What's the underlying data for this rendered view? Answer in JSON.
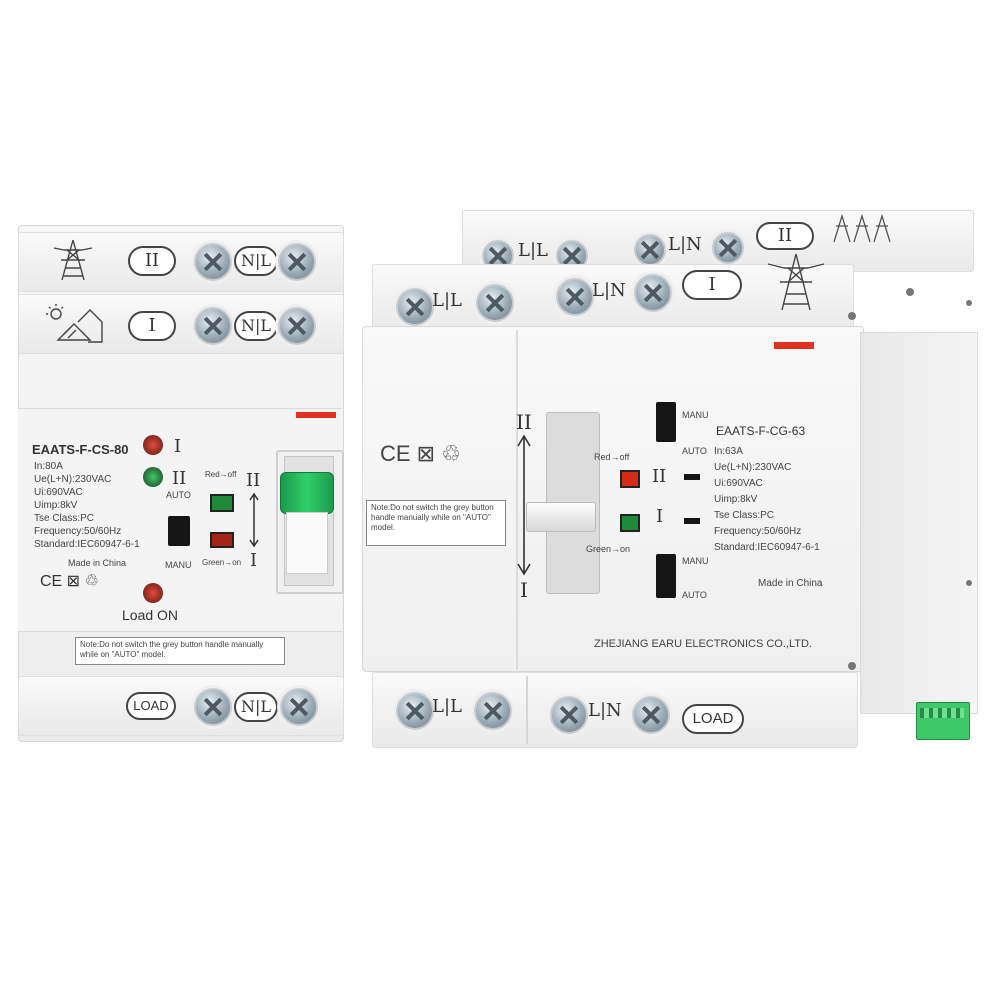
{
  "left_unit": {
    "source2_pill": "II",
    "source2_terminal": "N|L",
    "source1_pill": "I",
    "source1_terminal": "N|L",
    "model": "EAATS-F-CS-80",
    "specs": [
      "In:80A",
      "Ue(L+N):230VAC",
      "Ui:690VAC",
      "Uimp:8kV",
      "Tse Class:PC",
      "Frequency:50/60Hz",
      "Standard:IEC60947-6-1"
    ],
    "made_in": "Made in China",
    "indicator_1": "I",
    "indicator_2": "II",
    "auto_label": "AUTO",
    "manu_label": "MANU",
    "red_off": "Red→off",
    "green_on": "Green→on",
    "handle_top": "II",
    "handle_bottom": "I",
    "load_on": "Load ON",
    "note": "Note:Do not switch the grey button handle manually while on \"AUTO\" model.",
    "load_pill": "LOAD",
    "load_terminal": "N|L",
    "marks": "CE ⊠ ♲"
  },
  "right_unit": {
    "top_back_terminal": "L|L",
    "top_back_terminal_2": "L|N",
    "top_back_pill": "II",
    "top_front_terminal": "L|L",
    "top_front_terminal_2": "L|N",
    "top_front_pill": "I",
    "handle_top": "II",
    "handle_bottom": "I",
    "marks": "CE ⊠ ♲",
    "note": "Note:Do not switch the grey button handle manually while on \"AUTO\" model.",
    "red_off": "Red→off",
    "green_on": "Green→on",
    "ind_2": "II",
    "ind_1": "I",
    "manu_top": "MANU",
    "auto_top": "AUTO",
    "manu_bottom": "MANU",
    "auto_bottom": "AUTO",
    "model": "EAATS-F-CG-63",
    "specs": [
      "In:63A",
      "Ue(L+N):230VAC",
      "Ui:690VAC",
      "Uimp:8kV",
      "Tse Class:PC",
      "Frequency:50/60Hz",
      "Standard:IEC60947-6-1"
    ],
    "made_in": "Made in China",
    "company": "ZHEJIANG EARU ELECTRONICS CO.,LTD.",
    "bottom_terminal": "L|L",
    "bottom_terminal_2": "L|N",
    "load_pill": "LOAD"
  },
  "colors": {
    "red_led": "#d42a1a",
    "green_led": "#1e8a3a",
    "handle_green": "#22b45a",
    "red_bar": "#e0321e",
    "connector_green": "#3fc86a"
  }
}
